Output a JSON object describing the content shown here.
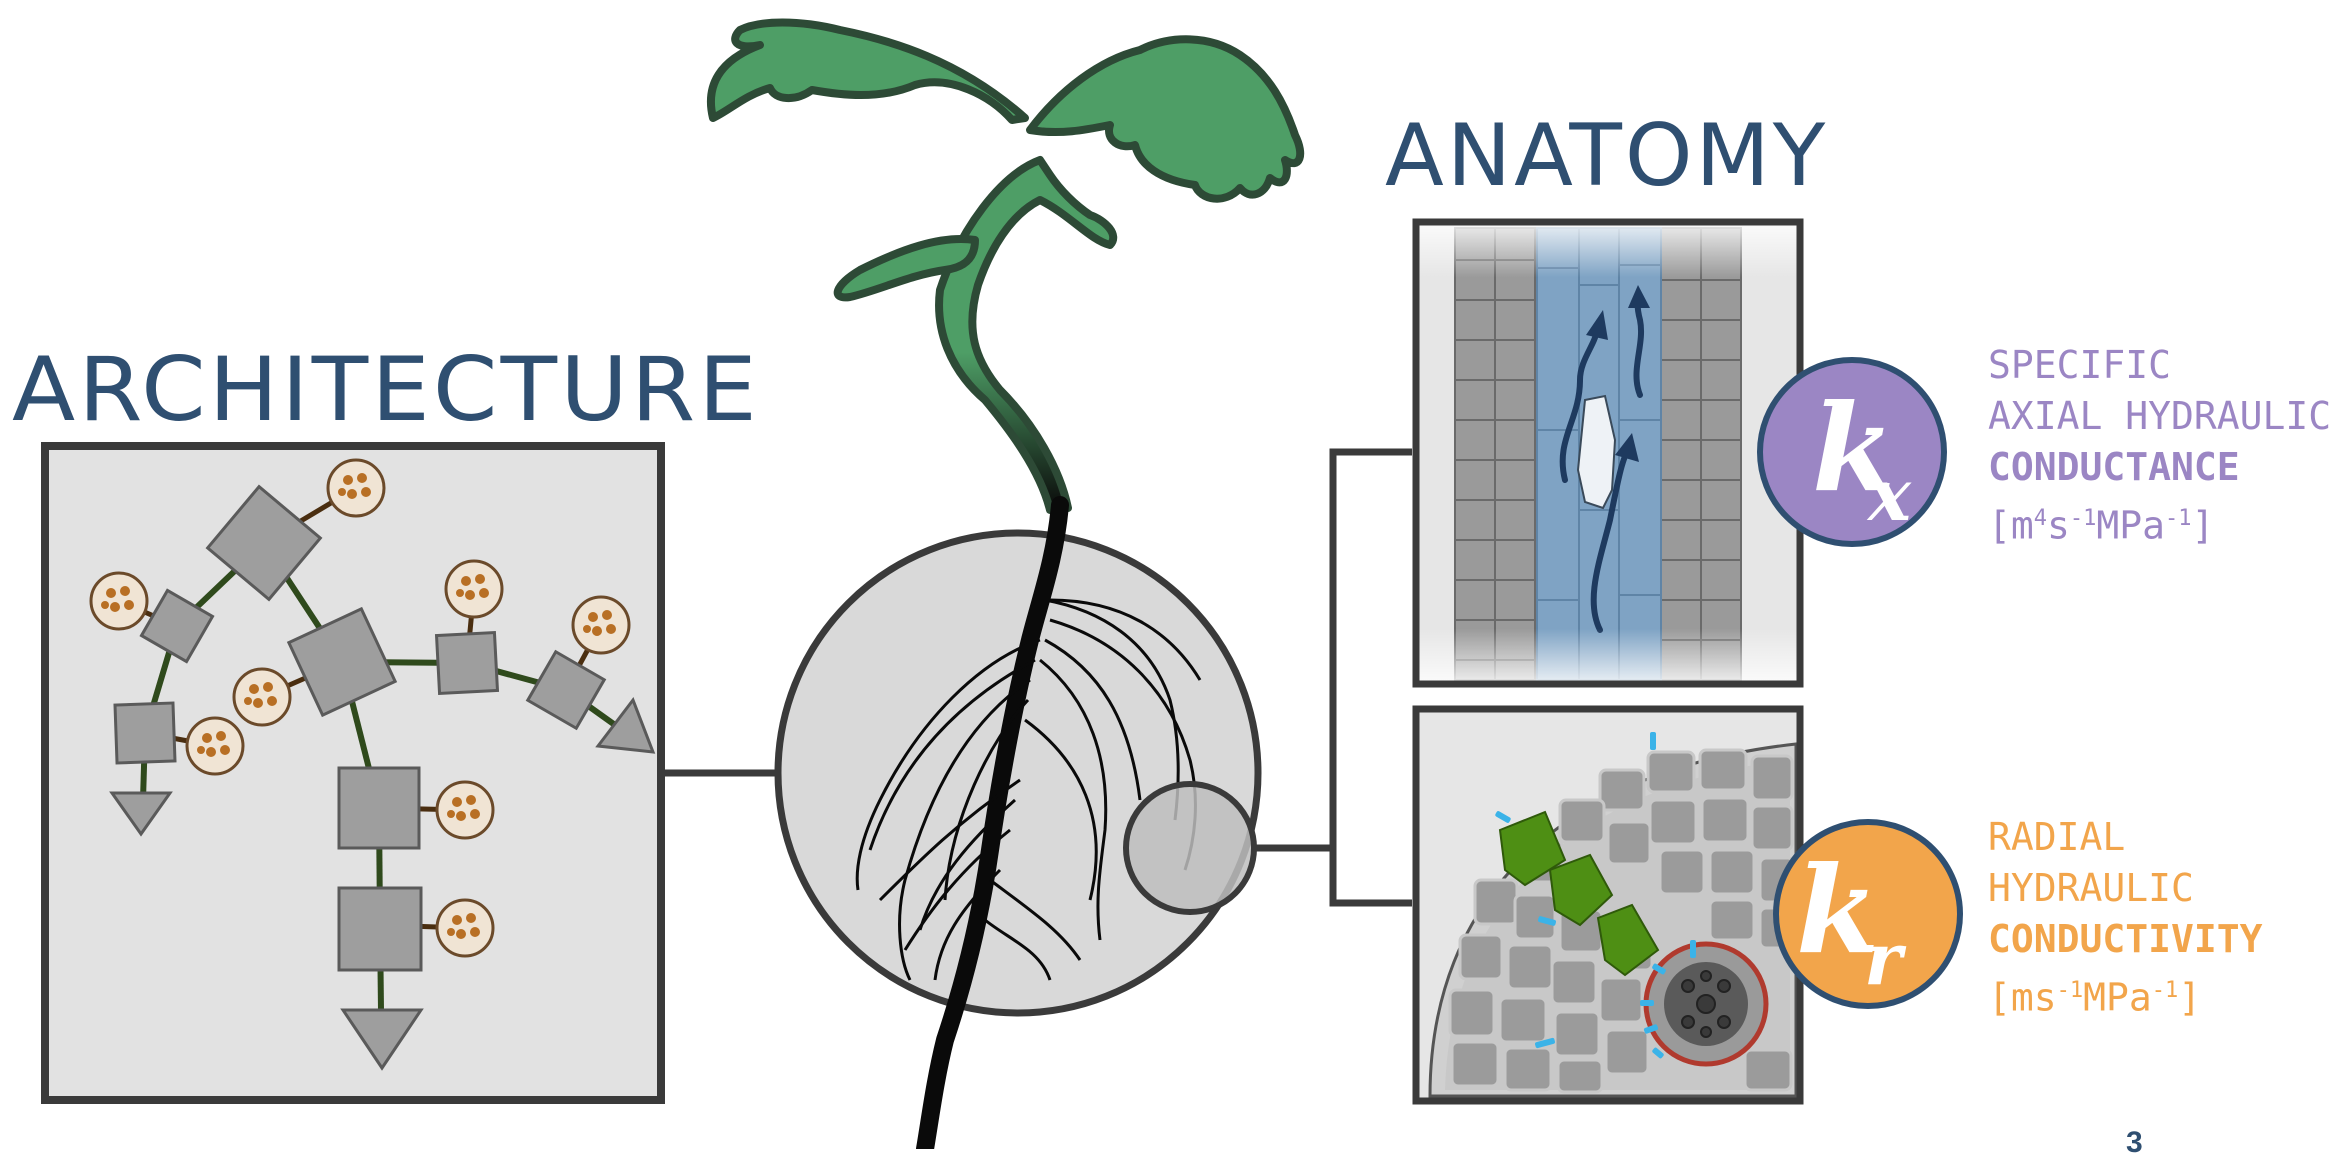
{
  "titles": {
    "architecture": "ARCHITECTURE",
    "anatomy": "ANATOMY"
  },
  "kx": {
    "symbol": "k",
    "subscript": "x",
    "line1": "SPECIFIC",
    "line2": "AXIAL HYDRAULIC",
    "line3": "CONDUCTANCE",
    "unit_parts": [
      "[m",
      "4",
      "s",
      "-1",
      "MPa",
      "-1",
      "]"
    ],
    "color": "#9b86c4"
  },
  "kr": {
    "symbol": "k",
    "subscript": "r",
    "line1": "RADIAL",
    "line2": "HYDRAULIC",
    "line3": "CONDUCTIVITY",
    "unit_parts": [
      "[ms",
      "-1",
      "MPa",
      "-1",
      "]"
    ],
    "color": "#f2a54b"
  },
  "page_number": "3",
  "colors": {
    "heading": "#2f4f71",
    "plant_green": "#4e9e66",
    "panel_gray": "#e3e3e3",
    "xylem_blue": "#7fa3c4",
    "cortex_green": "#5b9a1a",
    "endodermis_red": "#c0392b"
  },
  "icons": [
    "plant-icon",
    "root-system-icon",
    "xylem-vessel-icon",
    "root-cross-section-icon"
  ]
}
